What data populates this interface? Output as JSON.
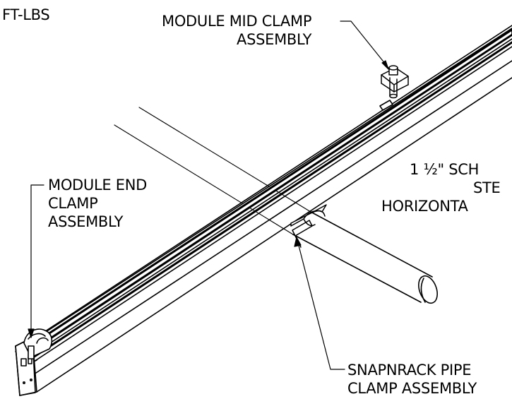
{
  "labels": {
    "torque_units": "FT-LBS",
    "mid_clamp": [
      "MODULE MID CLAMP",
      "ASSEMBLY"
    ],
    "end_clamp": [
      "MODULE END",
      "CLAMP",
      "ASSEMBLY"
    ],
    "pipe_prefix": "1 ",
    "pipe_fraction": "½",
    "pipe_lines": [
      "\" SCH",
      "STE",
      "HORIZONTA"
    ],
    "pipe_clamp": [
      "SNAPNRACK PIPE",
      "CLAMP ASSEMBLY"
    ]
  },
  "colors": {
    "line": "#000000",
    "background": "#ffffff"
  }
}
